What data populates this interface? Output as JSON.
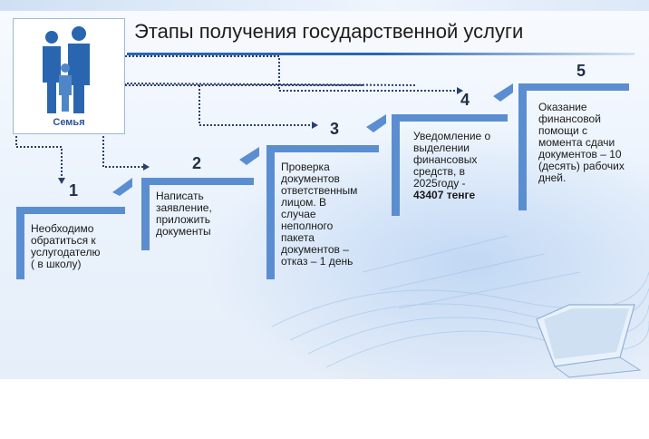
{
  "title": "Этапы получения государственной услуги",
  "family_label": "Семья",
  "steps": [
    {
      "number": "1",
      "text": "Необходимо\nобратиться к\nуслугодателю\n( в школу)"
    },
    {
      "number": "2",
      "text": "Написать\nзаявление,\nприложить\nдокументы"
    },
    {
      "number": "3",
      "text": "Проверка\nдокументов\nответственным\n лицом. В\nслучае\nнеполного\nпакета\nдокументов –\nотказ – 1 день"
    },
    {
      "number": "4",
      "text": "Уведомление о\nвыделении\nфинансовых\nсредств, в\n2025году -",
      "amount": "43407 тенге"
    },
    {
      "number": "5",
      "text": "Оказание\nфинансовой\nпомощи с\nмомента сдачи\nдокументов – 10\n(десять) рабочих\nдней."
    }
  ],
  "colors": {
    "accent": "#2a66b0",
    "bracket": "#5b8ed0",
    "connector": "#2b3f6b"
  },
  "icons": {
    "family": "family-figures-icon",
    "decor": "laptop-illustration-icon"
  }
}
